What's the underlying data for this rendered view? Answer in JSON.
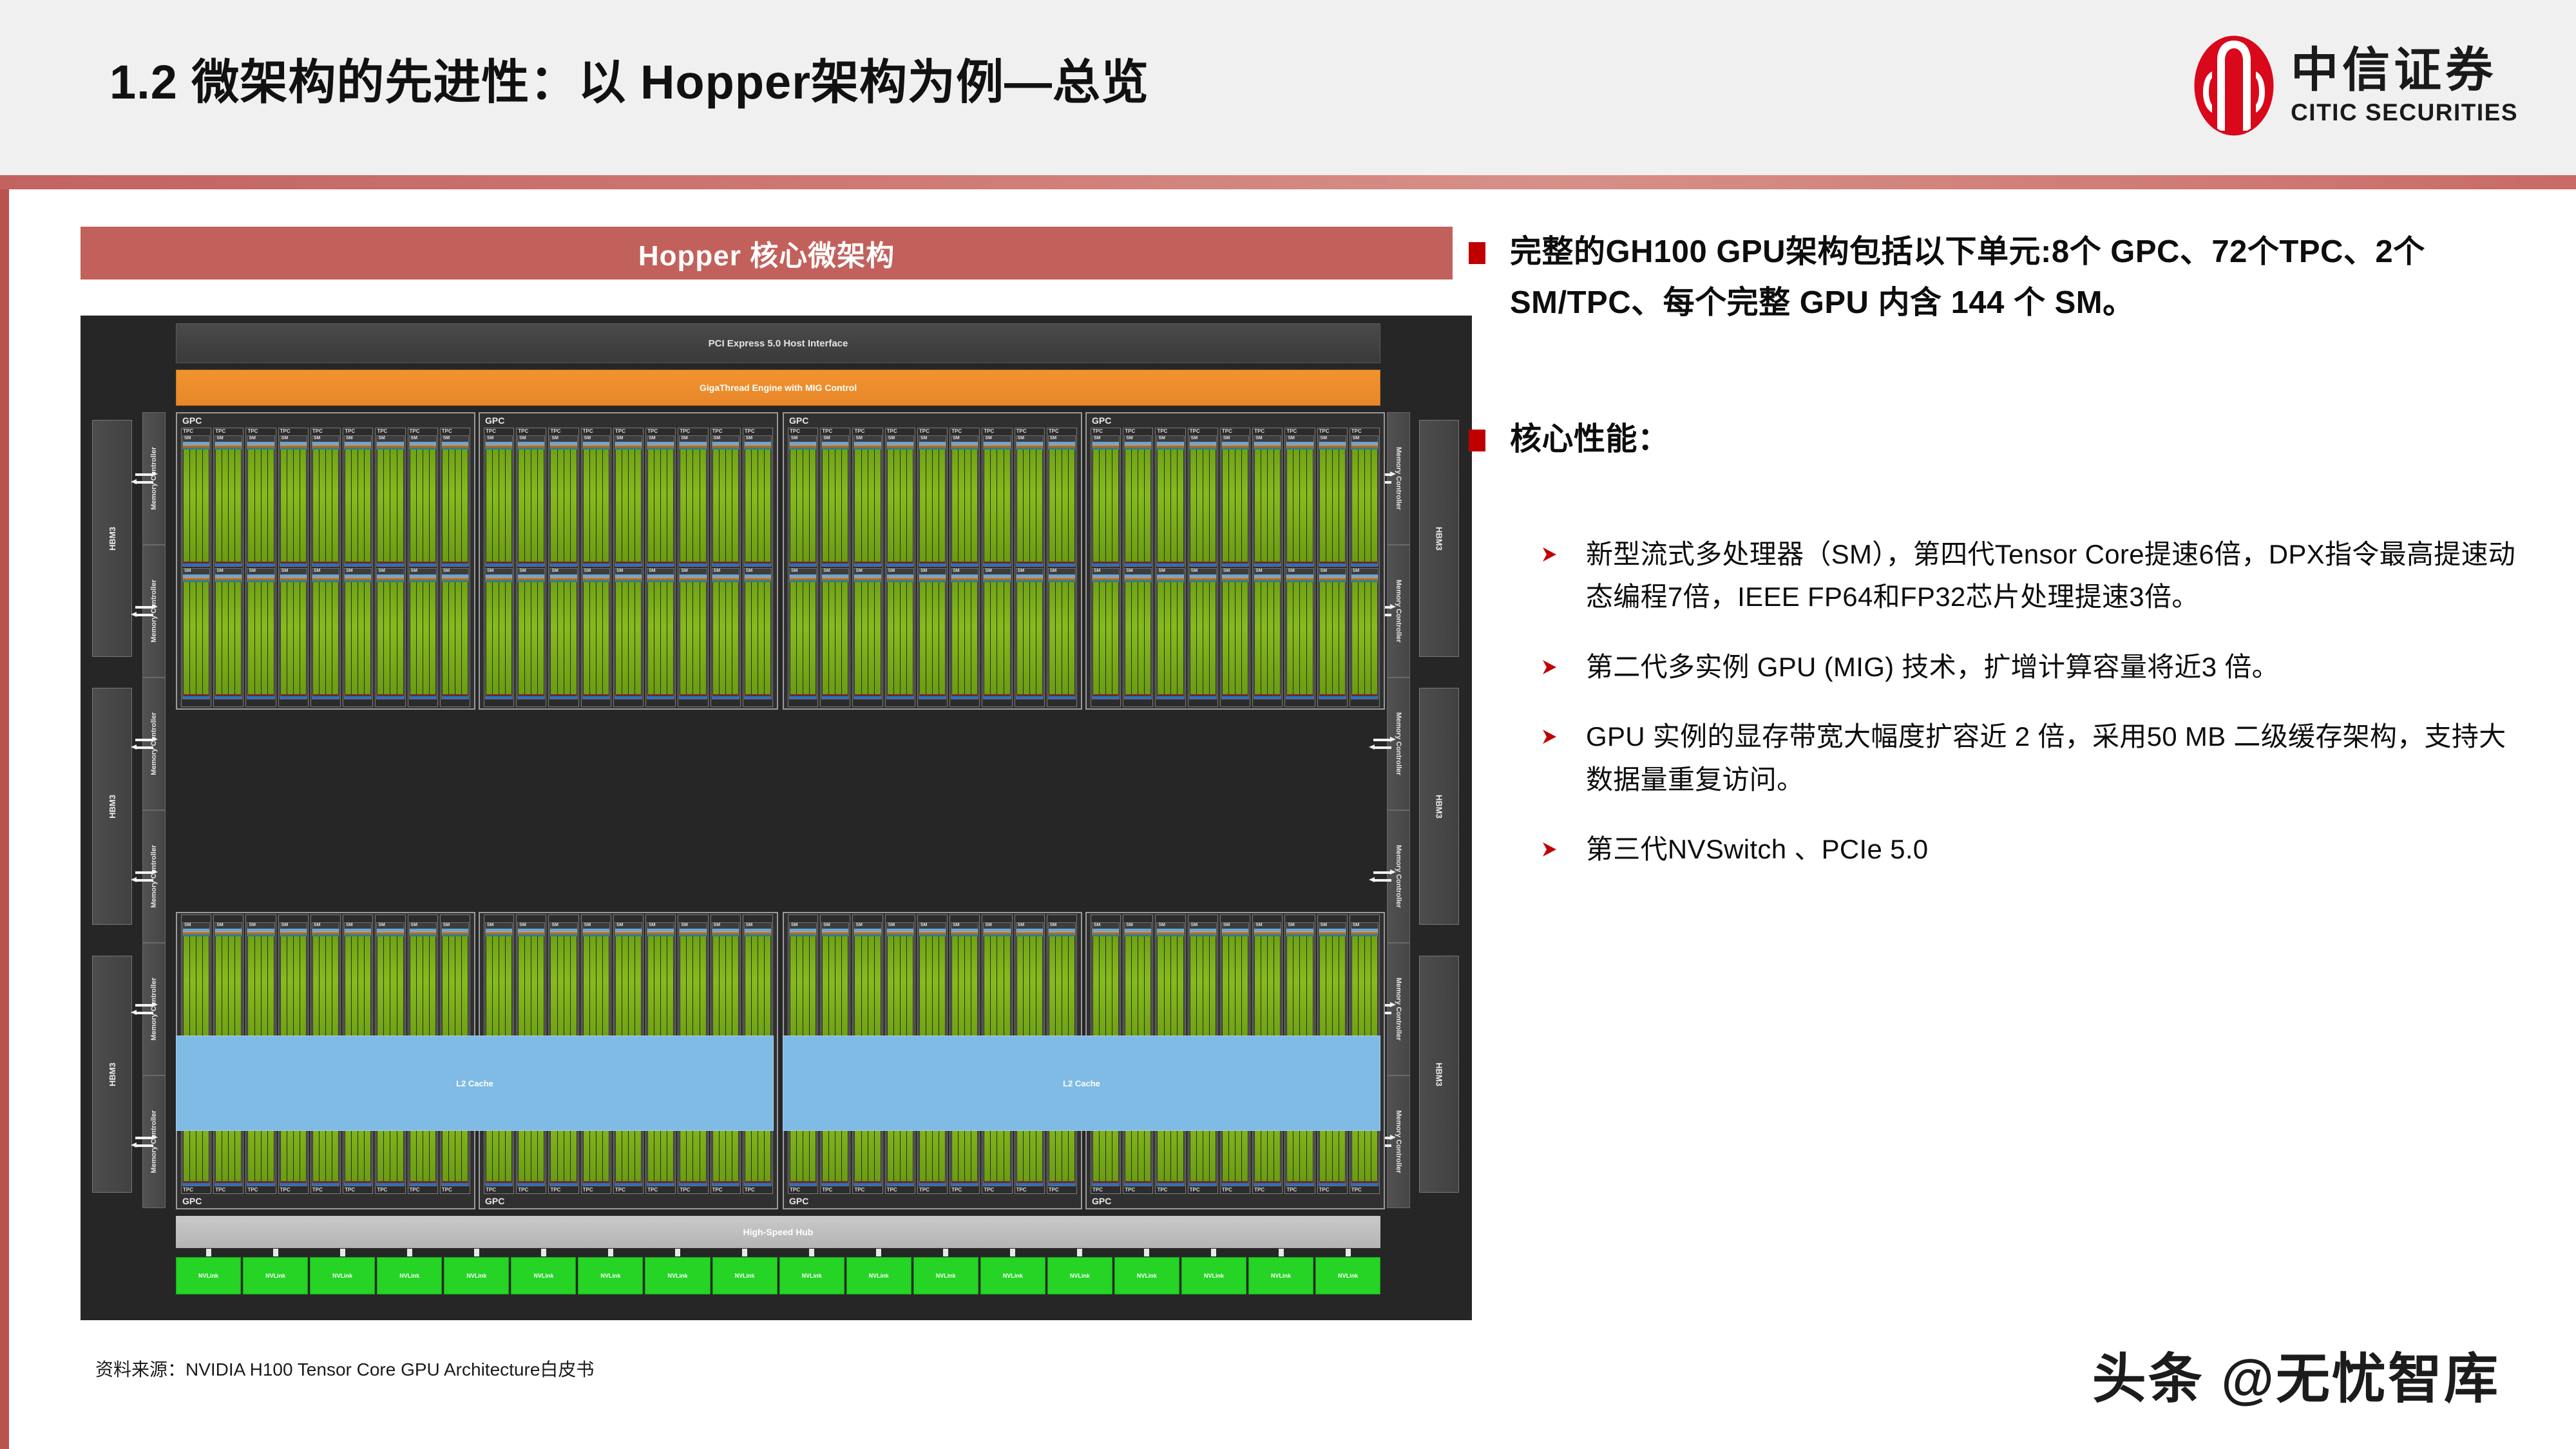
{
  "header": {
    "title": "1.2 微架构的先进性：以 Hopper架构为例—总览",
    "accent_color": "#c2615c",
    "band_color": "#f1f0f0"
  },
  "logo": {
    "cn_name": "中信证券",
    "en_name": "CITIC SECURITIES",
    "mark_color": "#d9081a",
    "icon": "citic-oval-logo"
  },
  "chart_title": {
    "label": "Hopper 核心微架构",
    "bar_color": "#c2615c"
  },
  "diagram": {
    "name": "gh100-gpu-block-diagram",
    "host_interface": "PCI Express 5.0 Host Interface",
    "giga_thread": "GigaThread Engine with MIG Control",
    "memory_controller_label": "Memory Controller",
    "memory_controller_count_per_side": 6,
    "hbm_label": "HBM3",
    "hbm_count_per_side": 3,
    "gpc_label": "GPC",
    "tpc_label": "TPC",
    "sm_label": "SM",
    "l2_label": "L2 Cache",
    "l2_count": 2,
    "hub_label": "High-Speed Hub",
    "nvlink_label": "NVLink",
    "nvlink_count": 18,
    "gpc_rows": 2,
    "gpc_per_row": 4,
    "tpc_per_gpc": 9,
    "sm_per_tpc": 2,
    "colors": {
      "background": "#262626",
      "giga_thread": "#f0932f",
      "l2_cache": "#7fbbe4",
      "nvlink": "#25d425",
      "hub": "#c0c0c0",
      "core_green": "#7cae16"
    }
  },
  "content": {
    "bullet1": "完整的GH100 GPU架构包括以下单元:8个 GPC、72个TPC、2个SM/TPC、每个完整 GPU 内含 144 个 SM。",
    "bullet2": "核心性能：",
    "sub_bullets": [
      "新型流式多处理器（SM），第四代Tensor Core提速6倍，DPX指令最高提速动态编程7倍，IEEE FP64和FP32芯片处理提速3倍。",
      "第二代多实例 GPU (MIG) 技术，扩增计算容量将近3 倍。",
      "GPU 实例的显存带宽大幅度扩容近 2 倍，采用50 MB 二级缓存架构，支持大数据量重复访问。",
      "第三代NVSwitch 、PCIe 5.0"
    ],
    "bullet_square_color": "#c00000",
    "sub_marker": "arrow-right-icon"
  },
  "source_note": "资料来源：NVIDIA H100 Tensor Core GPU Architecture白皮书",
  "watermark": "头条 @无忧智库"
}
